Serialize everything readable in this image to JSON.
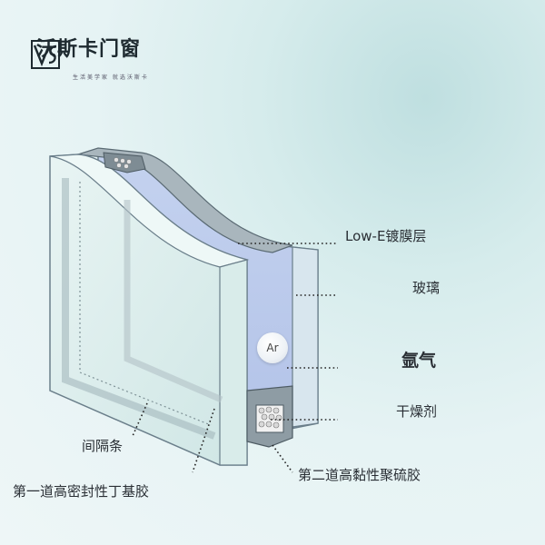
{
  "brand": {
    "name": "沃斯卡门窗",
    "slogan": "生活美学家 就选沃斯卡"
  },
  "badge": {
    "text": "Ar"
  },
  "labels": {
    "lowe": "Low-E镀膜层",
    "glass": "玻璃",
    "argon": "氩气",
    "desiccant": "干燥剂",
    "spacer": "间隔条",
    "primary_sealant": "第一道高密封性丁基胶",
    "secondary_sealant": "第二道高黏性聚硫胶"
  }
}
